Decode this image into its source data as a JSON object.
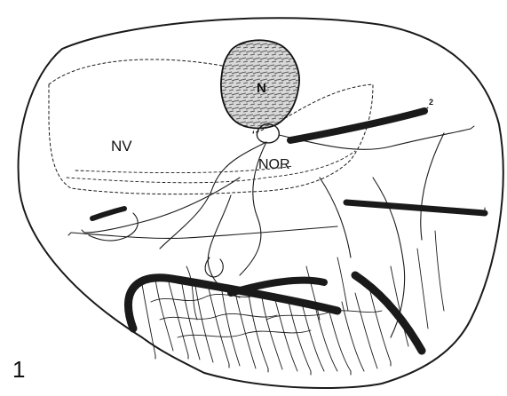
{
  "labels": {
    "nucleolar_vacuole": "NV",
    "nucleus": "N",
    "nucleolar_organizer_region": "NOR",
    "chromosome_number": "2",
    "figure_number": "1"
  }
}
